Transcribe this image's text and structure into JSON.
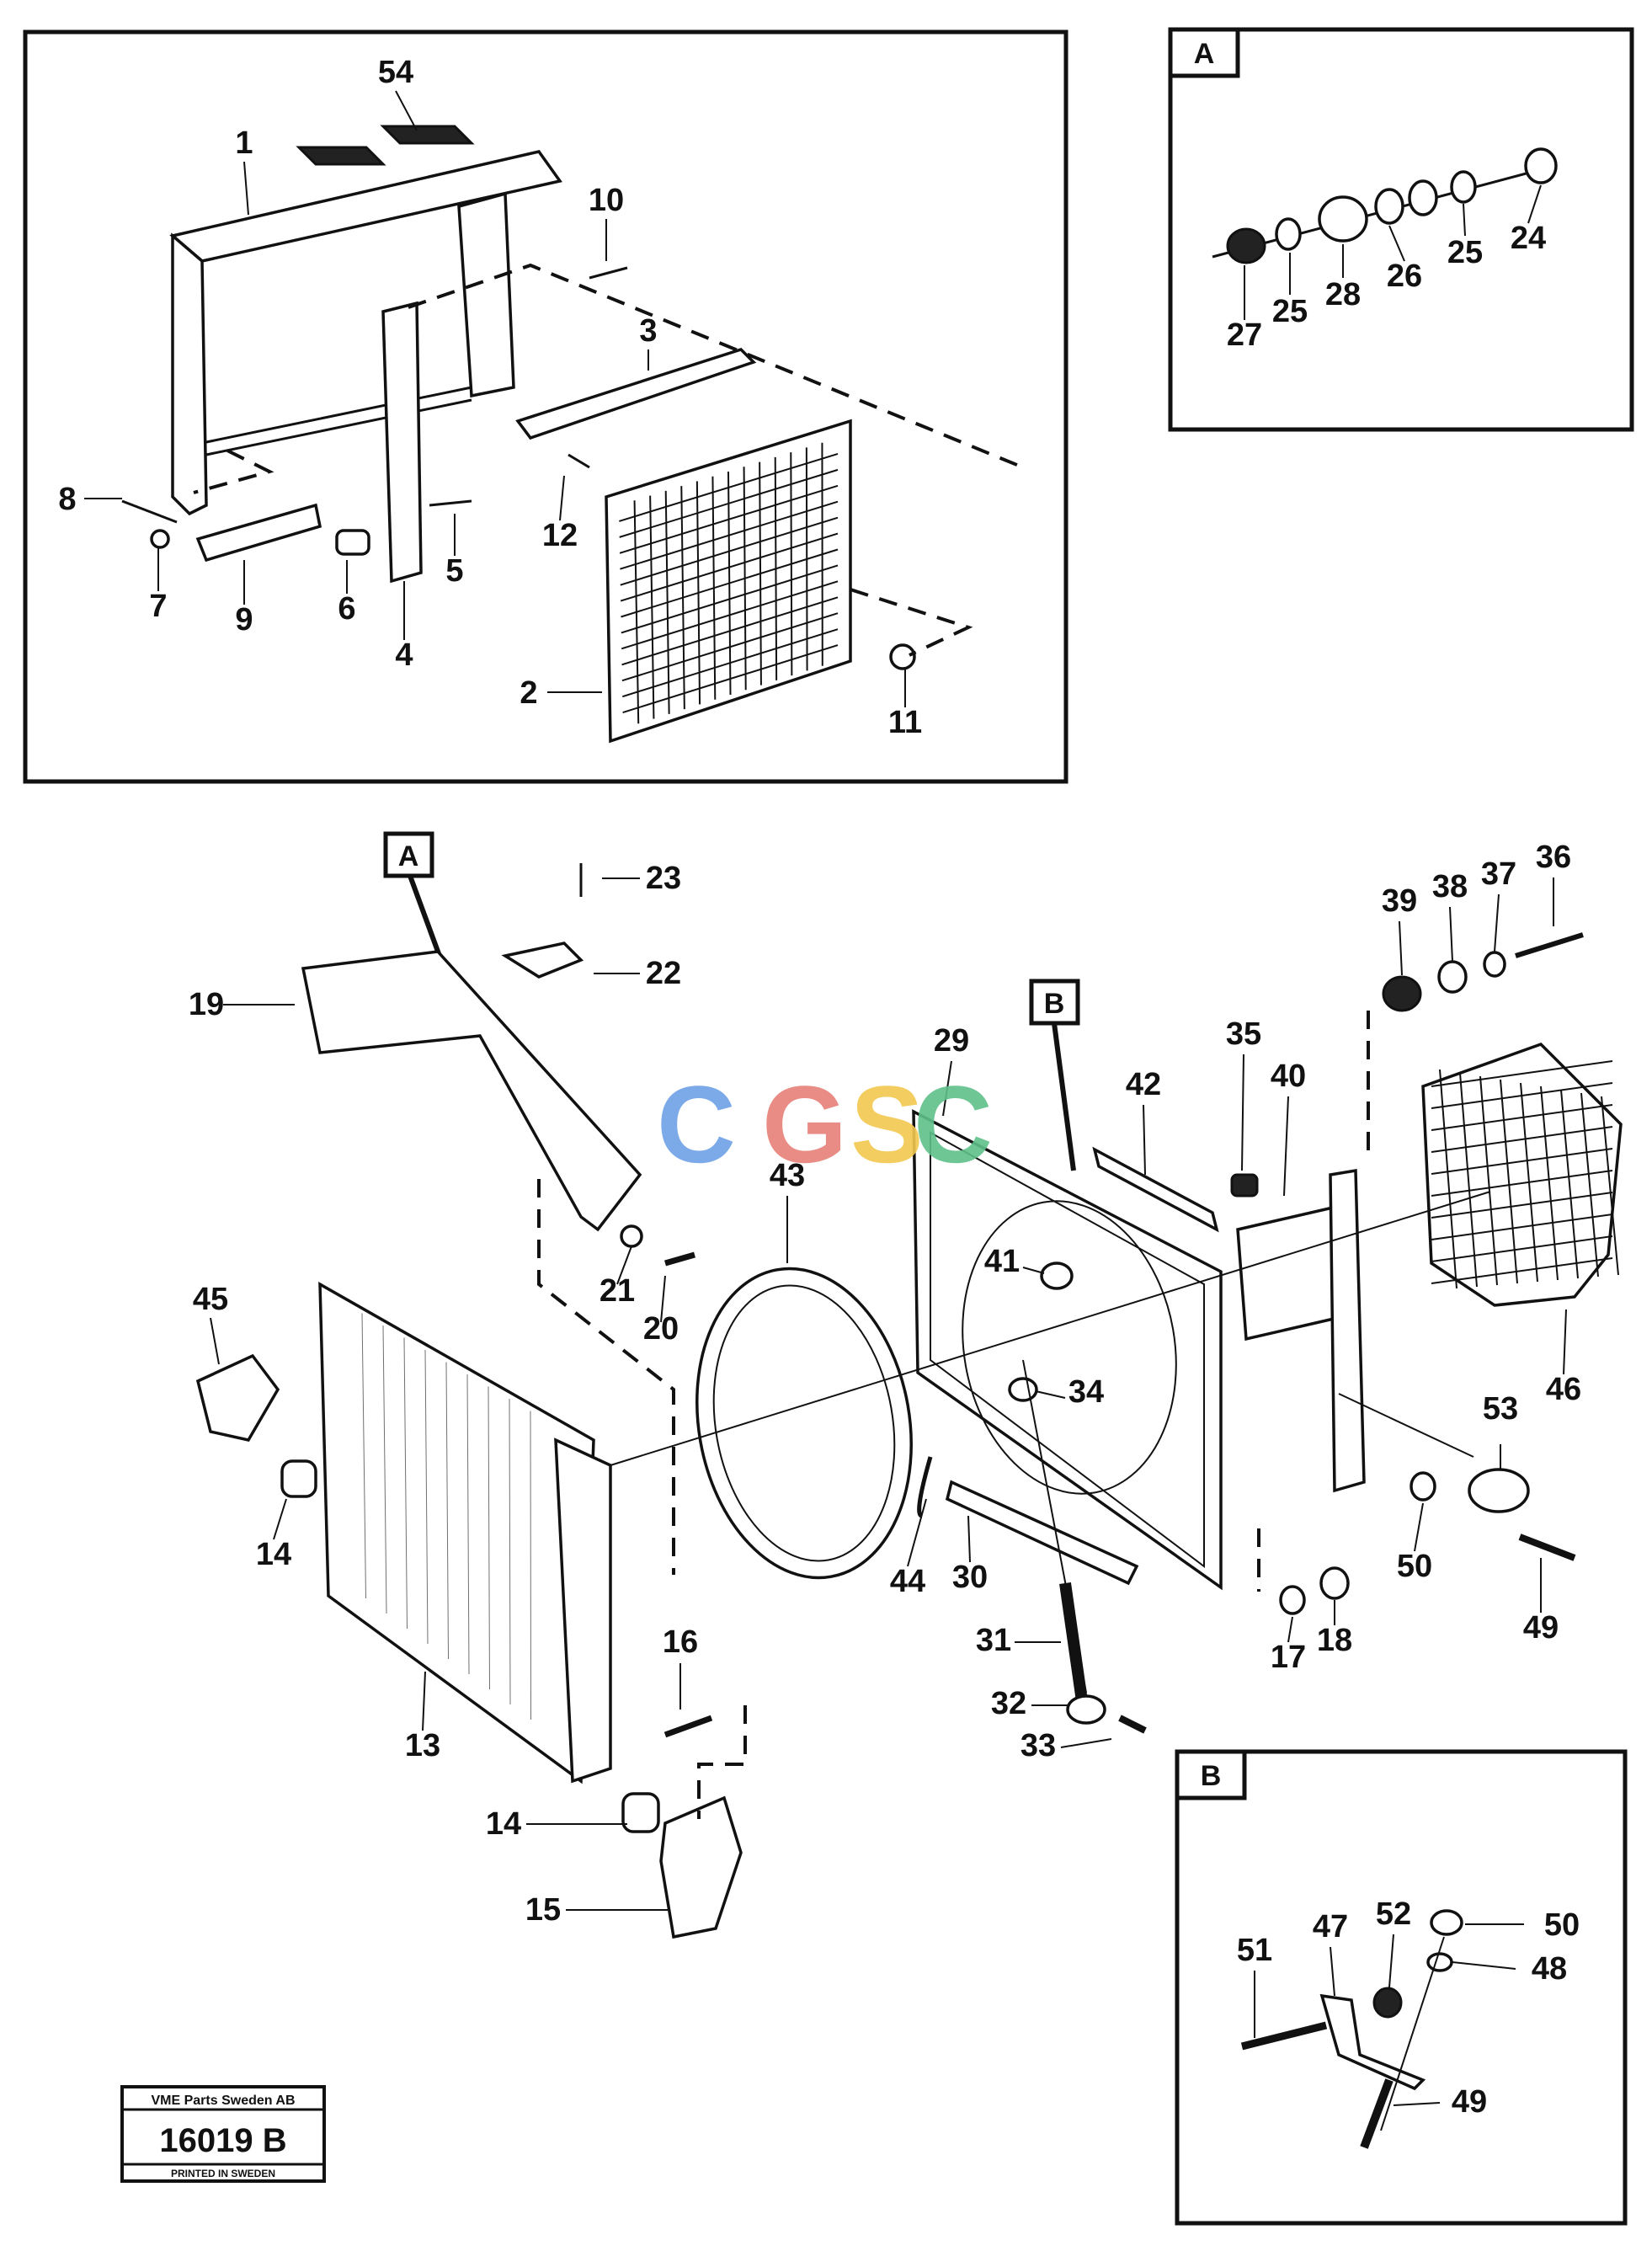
{
  "panels": {
    "top_left": {
      "labels": [
        "54",
        "1",
        "10",
        "3",
        "8",
        "7",
        "9",
        "6",
        "4",
        "5",
        "12",
        "2",
        "11"
      ]
    },
    "detail_a": {
      "letter": "A",
      "labels": [
        "27",
        "25",
        "28",
        "26",
        "25",
        "24"
      ]
    },
    "detail_b": {
      "letter": "B",
      "labels": [
        "51",
        "47",
        "52",
        "50",
        "48",
        "49"
      ]
    }
  },
  "main": {
    "callout_a": "A",
    "callout_b": "B",
    "labels": [
      "23",
      "22",
      "19",
      "43",
      "29",
      "42",
      "35",
      "40",
      "39",
      "38",
      "37",
      "36",
      "41",
      "34",
      "46",
      "45",
      "21",
      "20",
      "14",
      "13",
      "16",
      "14",
      "15",
      "44",
      "30",
      "31",
      "32",
      "33",
      "53",
      "50",
      "49",
      "17",
      "18"
    ]
  },
  "watermark": {
    "text_c1": "C",
    "text_g": "G",
    "text_s": "S",
    "text_c2": "C",
    "colors": [
      "#6ea1e6",
      "#e8807a",
      "#f2c84e",
      "#5fc08a"
    ]
  },
  "footer": {
    "company": "VME Parts Sweden AB",
    "code": "16019 B",
    "printed": "PRINTED IN SWEDEN"
  }
}
